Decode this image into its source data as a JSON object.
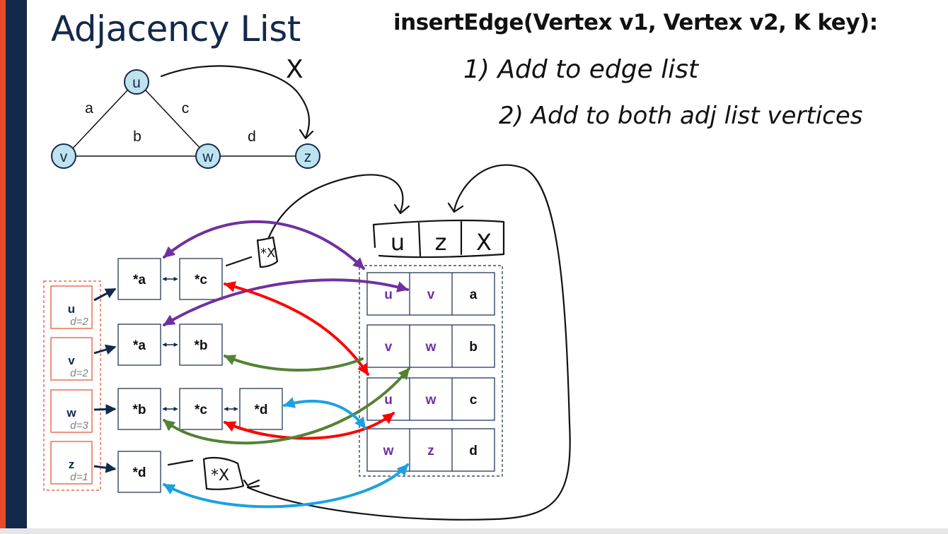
{
  "slide": {
    "title": "Adjacency List",
    "heading": "insertEdge(Vertex v1, Vertex v2, K key):",
    "notes": [
      "1) Add to edge list",
      "2) Add to both adj list vertices"
    ],
    "colors": {
      "navy": "#13294b",
      "orange": "#e84a27",
      "node": "#bfe3ee",
      "purple": "#7030a0",
      "red": "#ff0000",
      "green": "#548235",
      "blue": "#1ba1e2"
    }
  },
  "graph": {
    "vertices": [
      "u",
      "v",
      "w",
      "z"
    ],
    "edge_labels": [
      "a",
      "b",
      "c",
      "d"
    ],
    "new_edge_mark": "X"
  },
  "vertex_table": [
    {
      "name": "u",
      "degree": "d=2"
    },
    {
      "name": "v",
      "degree": "d=2"
    },
    {
      "name": "w",
      "degree": "d=3"
    },
    {
      "name": "z",
      "degree": "d=1"
    }
  ],
  "adjacency": [
    [
      "*a",
      "*c"
    ],
    [
      "*a",
      "*b"
    ],
    [
      "*b",
      "*c",
      "*d"
    ],
    [
      "*d"
    ]
  ],
  "edge_list": [
    [
      "u",
      "v",
      "a"
    ],
    [
      "v",
      "w",
      "b"
    ],
    [
      "u",
      "w",
      "c"
    ],
    [
      "w",
      "z",
      "d"
    ]
  ],
  "new_edge": [
    "u",
    "z",
    "X"
  ],
  "new_edge_pointer": "*X"
}
